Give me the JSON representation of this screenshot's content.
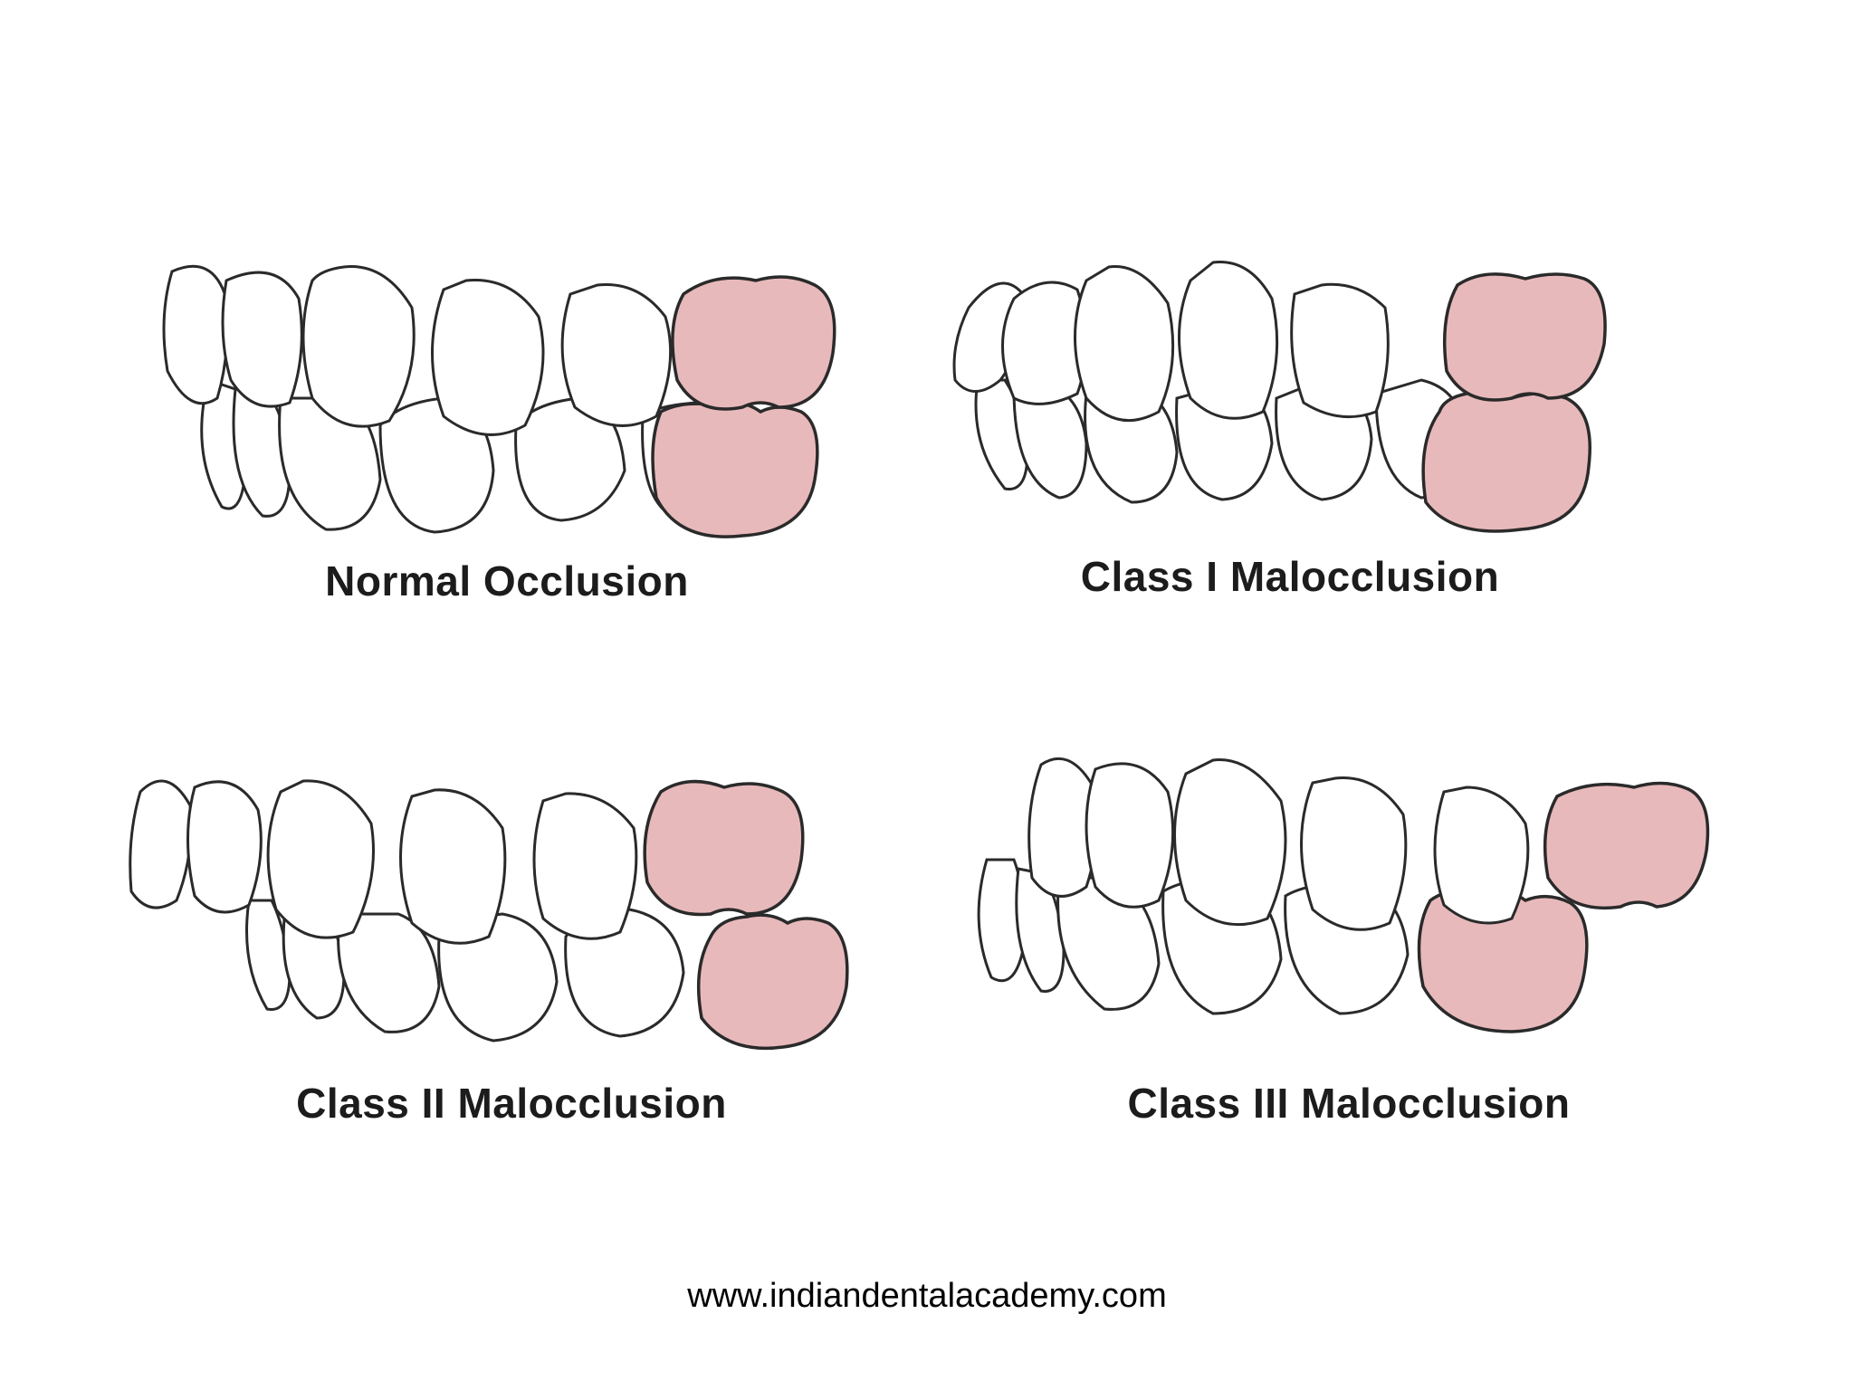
{
  "colors": {
    "molar_fill": "#e8b9bb",
    "tooth_fill": "#ffffff",
    "outline": "#2a2a2a"
  },
  "panels": [
    {
      "caption": "Normal Occlusion"
    },
    {
      "caption": "Class I Malocclusion"
    },
    {
      "caption": "Class II Malocclusion"
    },
    {
      "caption": "Class III  Malocclusion"
    }
  ],
  "footer": {
    "url": "www.indiandentalacademy.com"
  }
}
